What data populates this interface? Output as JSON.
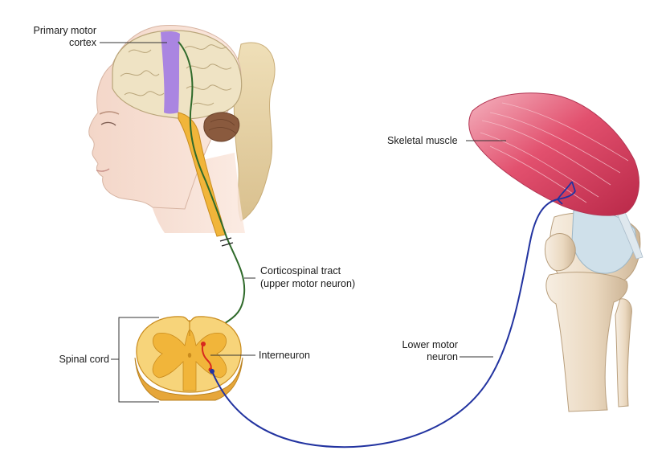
{
  "labels": {
    "primary_motor_cortex_line1": "Primary motor",
    "primary_motor_cortex_line2": "cortex",
    "skeletal_muscle": "Skeletal muscle",
    "corticospinal_line1": "Corticospinal tract",
    "corticospinal_line2": "(upper motor neuron)",
    "spinal_cord": "Spinal cord",
    "interneuron": "Interneuron",
    "lower_motor_line1": "Lower motor",
    "lower_motor_line2": "neuron"
  },
  "colors": {
    "upper_motor_neuron": "#2f6a2a",
    "interneuron": "#d8281e",
    "lower_motor_neuron": "#2233a0",
    "motor_cortex": "#9d74e6",
    "brain": "#efe3c4",
    "spinal_gray": "#f1b53a",
    "spinal_white": "#f7d47a",
    "muscle": "#e2506e",
    "skin": "#f6dccf",
    "hair": "#e9d6aa"
  }
}
